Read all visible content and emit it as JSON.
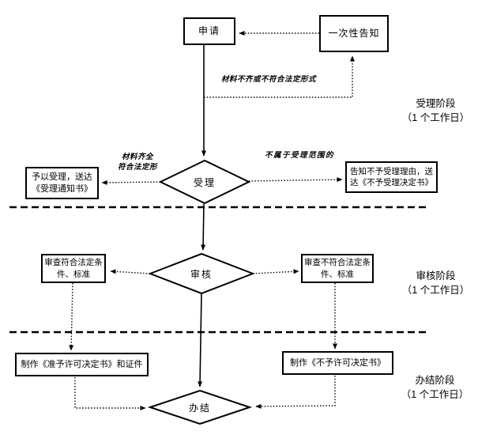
{
  "nodes": {
    "apply": "申请",
    "notify": "一次性告知",
    "accept": "受理",
    "accept_grant": "予以受理，送达\n《受理通知书》",
    "accept_deny": "告知不予受理理由，送\n达《不予受理决定书》",
    "review": "审核",
    "review_pass": "审查符合法定条\n件、标准",
    "review_fail": "审查不符合法定条\n件、标准",
    "make_permit": "制作《准予许可决定书》和证件",
    "make_denial": "制作《不予许可决定书》",
    "complete": "办结"
  },
  "edge_labels": {
    "materials_incomplete": "材料不齐或不符合法定形式",
    "materials_complete": "材料齐全\n符合法定形",
    "out_of_scope": "不属于受理范围的"
  },
  "stages": [
    {
      "name": "受理阶段",
      "duration": "（1 个工作日）"
    },
    {
      "name": "审核阶段",
      "duration": "（1 个工作日）"
    },
    {
      "name": "办结阶段",
      "duration": "（1 个工作日）"
    }
  ],
  "colors": {
    "line": "#000000",
    "background": "#ffffff",
    "node_fill": "#ffffff"
  }
}
